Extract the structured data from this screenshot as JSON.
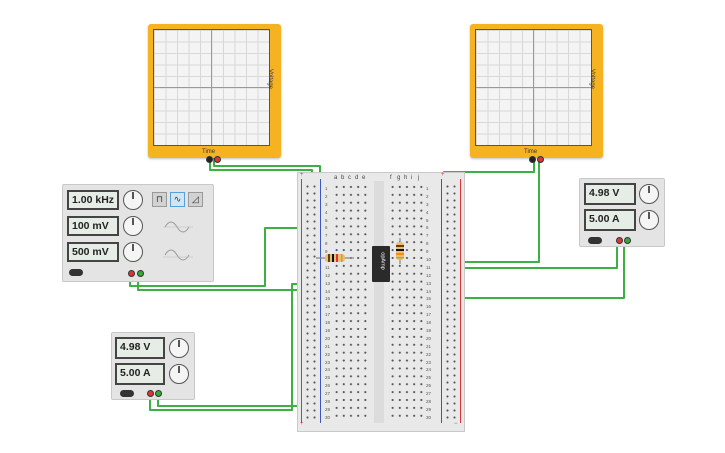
{
  "scopes": [
    {
      "name": "oscilloscope-left",
      "voltage_label": "Voltage",
      "time_label": "Time"
    },
    {
      "name": "oscilloscope-right",
      "voltage_label": "Voltage",
      "time_label": "Time"
    }
  ],
  "function_generator": {
    "frequency": "1.00 kHz",
    "amplitude": "100 mV",
    "offset": "500 mV",
    "waveform_buttons": [
      "⊓",
      "∿",
      "◿"
    ],
    "active_waveform": "∿"
  },
  "power_supply_right": {
    "voltage": "4.98 V",
    "current": "5.00 A"
  },
  "power_supply_bottom": {
    "voltage": "4.98 V",
    "current": "5.00 A"
  },
  "breadboard": {
    "columns_left": [
      "a",
      "b",
      "c",
      "d",
      "e"
    ],
    "columns_right": [
      "f",
      "g",
      "h",
      "i",
      "j"
    ],
    "plus_label": "+",
    "minus_label": "−"
  },
  "ic_label": "opAmp",
  "colors": {
    "wire": "#3cb043",
    "scope": "#f5b321",
    "rail_plus": "#d33333",
    "rail_minus": "#3a57c8"
  }
}
